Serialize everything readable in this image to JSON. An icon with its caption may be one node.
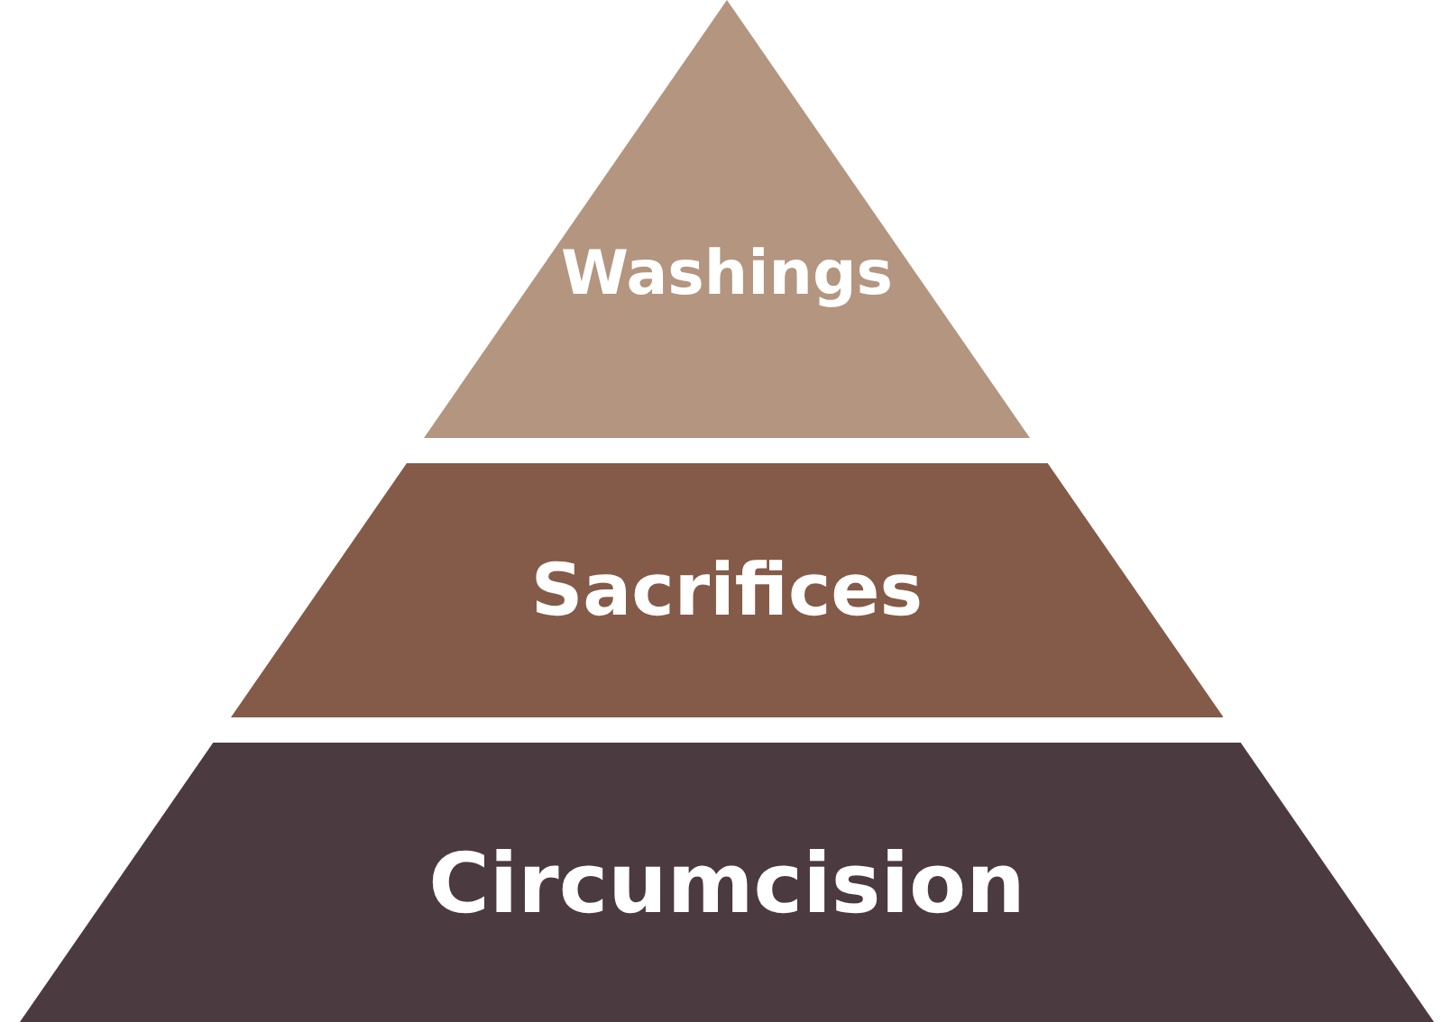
{
  "diagram": {
    "nodes": [
      {
        "text": [
          "Washings"
        ]
      },
      {
        "text": [
          "Sacrifices"
        ]
      },
      {
        "text": [
          "Circumcision"
        ]
      }
    ]
  }
}
